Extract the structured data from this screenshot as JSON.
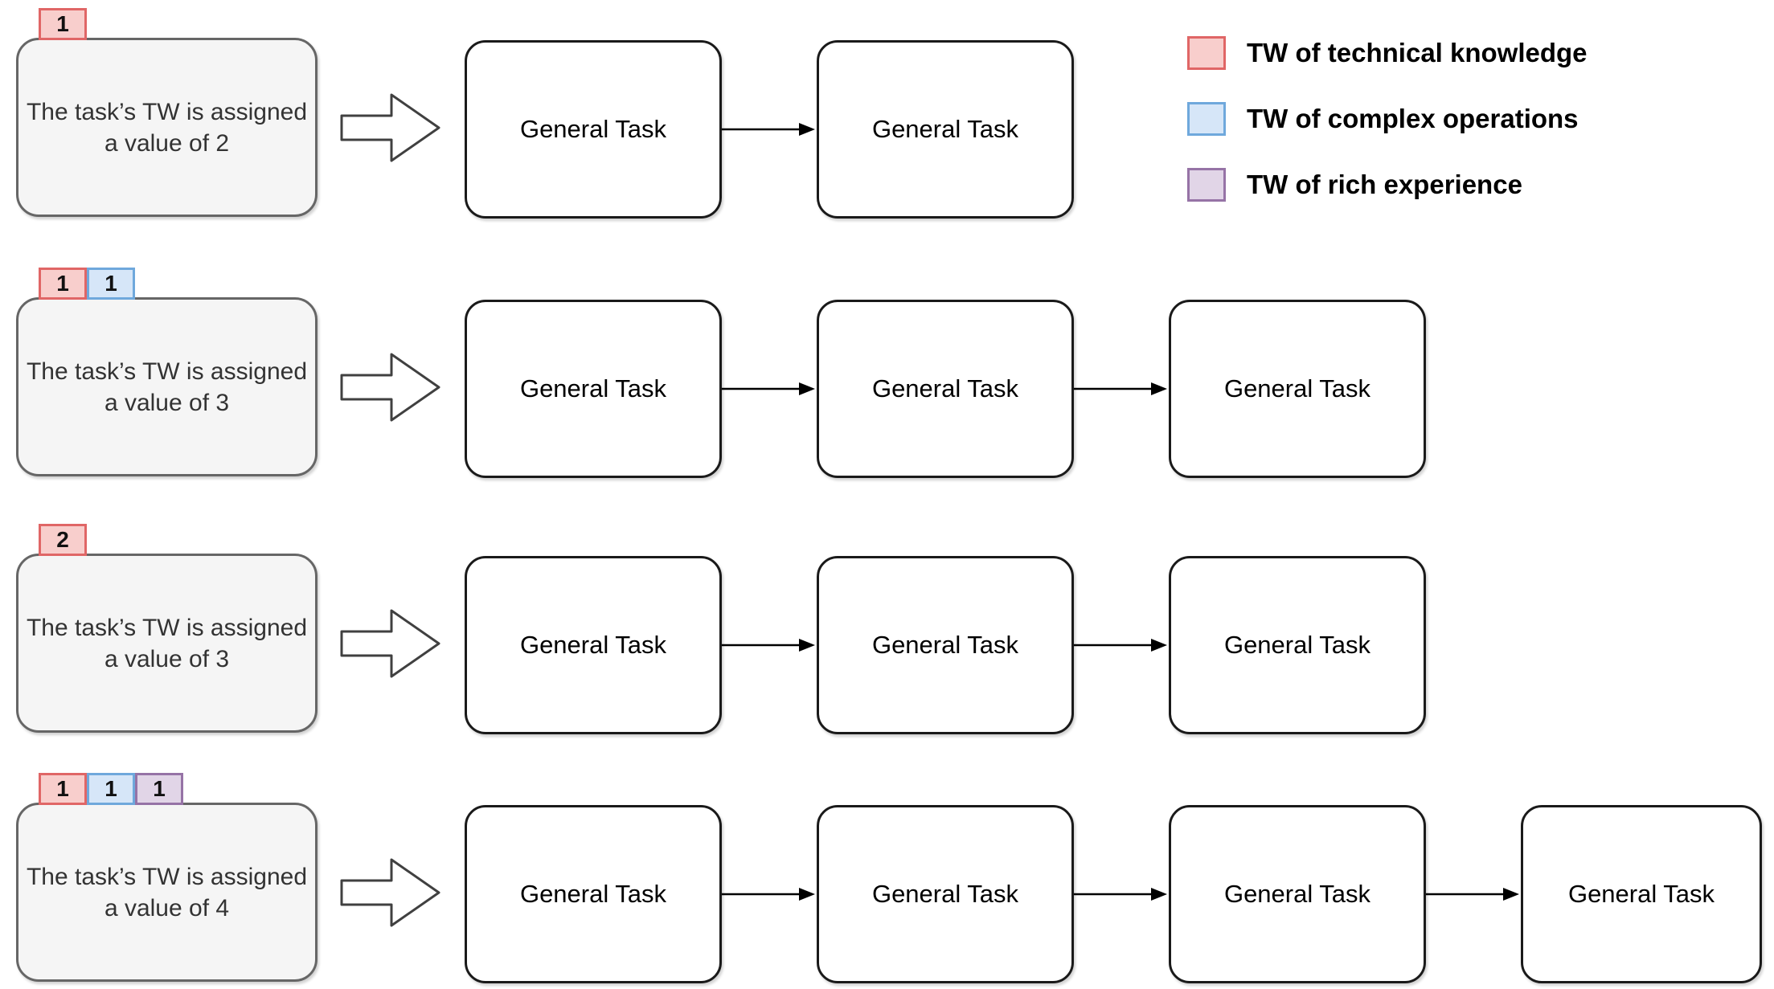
{
  "legend": {
    "items": [
      {
        "type": "technical",
        "label": "TW of technical knowledge"
      },
      {
        "type": "complex",
        "label": "TW of complex operations"
      },
      {
        "type": "experience",
        "label": "TW of rich experience"
      }
    ]
  },
  "colors": {
    "technical": {
      "fill": "#F8CECC",
      "border": "#E06666"
    },
    "complex": {
      "fill": "#D6E6F8",
      "border": "#6FA8DC"
    },
    "experience": {
      "fill": "#E1D5E7",
      "border": "#9673A6"
    },
    "task_box_fill": "#F5F5F5",
    "task_box_border": "#666666",
    "general_box_fill": "#FFFFFF",
    "general_box_border": "#1A1A1A",
    "block_arrow_border": "#404040",
    "connector": "#000000"
  },
  "general_task_label": "General Task",
  "rows": [
    {
      "tags": [
        {
          "value": "1",
          "type": "technical"
        }
      ],
      "source_label": "The task’s TW is assigned a value of 2",
      "general_task_count": 2
    },
    {
      "tags": [
        {
          "value": "1",
          "type": "technical"
        },
        {
          "value": "1",
          "type": "complex"
        }
      ],
      "source_label": "The task’s TW is assigned a value of 3",
      "general_task_count": 3
    },
    {
      "tags": [
        {
          "value": "2",
          "type": "technical"
        }
      ],
      "source_label": "The task’s TW is assigned a value of 3",
      "general_task_count": 3
    },
    {
      "tags": [
        {
          "value": "1",
          "type": "technical"
        },
        {
          "value": "1",
          "type": "complex"
        },
        {
          "value": "1",
          "type": "experience"
        }
      ],
      "source_label": "The task’s TW is assigned a value of 4",
      "general_task_count": 4
    }
  ]
}
